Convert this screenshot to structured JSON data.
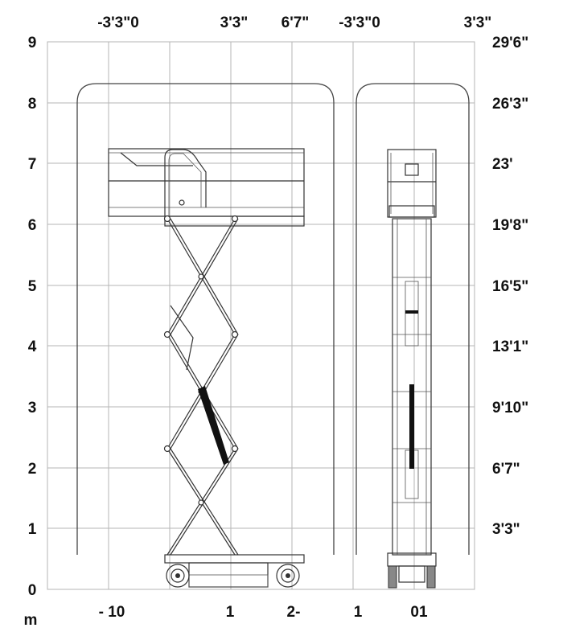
{
  "diagram": {
    "title": "Scissor lift working range",
    "y_axis_left": {
      "unit": "m",
      "ticks": [
        "0",
        "1",
        "2",
        "3",
        "4",
        "5",
        "6",
        "7",
        "8",
        "9"
      ]
    },
    "y_axis_right": {
      "ticks": [
        "3'3\"",
        "6'7\"",
        "9'10\"",
        "13'1\"",
        "16'5\"",
        "19'8\"",
        "23'",
        "26'3\"",
        "29'6\""
      ]
    },
    "x_axis_top": [
      "-3'3\"0",
      "3'3\"",
      "6'7\"",
      "-3'3\"0",
      "3'3\""
    ],
    "x_axis_bottom": [
      "- 10",
      "1",
      "2-",
      "1",
      "01"
    ],
    "views": [
      "side-view",
      "front-view"
    ]
  }
}
